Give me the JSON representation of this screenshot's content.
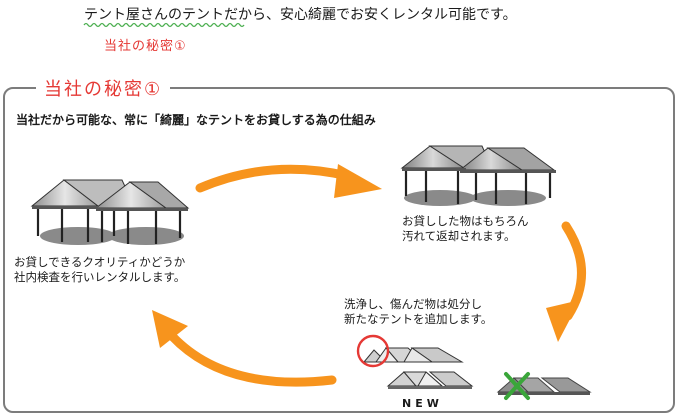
{
  "header": {
    "headline": "テント屋さんのテントだから、安心綺麗でお安くレンタル可能です。",
    "sub_link": "当社の秘密①"
  },
  "panel": {
    "title": "当社の秘密①",
    "subtitle": "当社だから可能な、常に「綺麗」なテントをお貸しする為の仕組み"
  },
  "steps": {
    "inspect": {
      "line1": "お貸しできるクオリティかどうか",
      "line2": "社内検査を行いレンタルします。"
    },
    "returned": {
      "line1": "お貸しした物はもちろん",
      "line2": "汚れて返却されます。"
    },
    "replace": {
      "line1": "洗浄し、傷んだ物は処分し",
      "line2": "新たなテントを追加します。"
    }
  },
  "new_label": "NEW",
  "colors": {
    "accent_red": "#e53935",
    "arrow_orange": "#f7941d",
    "wave_green": "#4caf50",
    "reject_green": "#3aa63a",
    "border_gray": "#7c7c7c"
  },
  "icons": [
    "tent-icon",
    "tent-roof-icon",
    "circle-mark-icon",
    "cross-mark-icon",
    "cycle-arrow-icon"
  ]
}
